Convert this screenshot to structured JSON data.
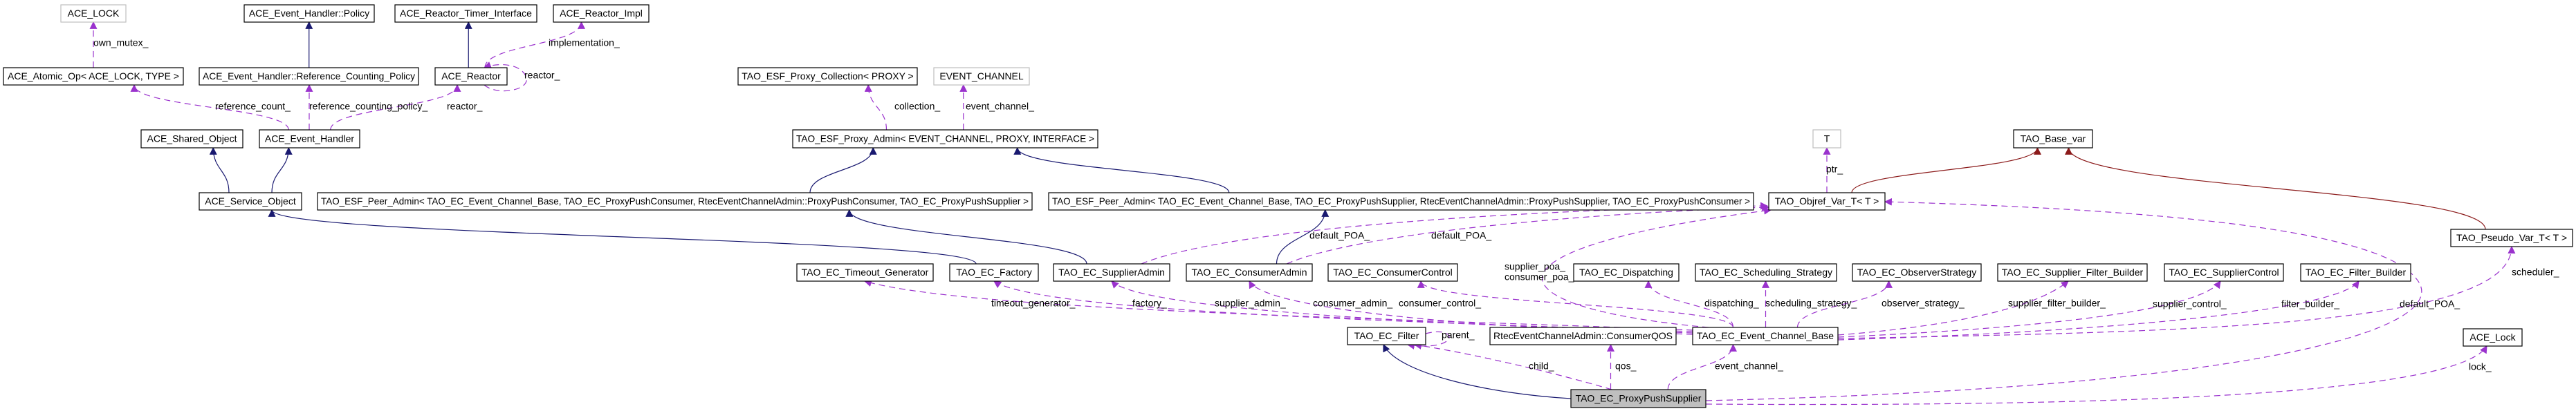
{
  "colors": {
    "inheritance": "#191970",
    "usage": "#9a32cd",
    "template": "#8b1a1a",
    "focus_fill": "#bfbfbf",
    "undocumented_border": "#bfbfbf"
  },
  "nodes": [
    {
      "id": "ace_lock_tpl",
      "label": "ACE_LOCK",
      "style": "gray"
    },
    {
      "id": "eh_policy",
      "label": "ACE_Event_Handler::Policy",
      "style": "normal"
    },
    {
      "id": "reactor_timer",
      "label": "ACE_Reactor_Timer_Interface",
      "style": "normal"
    },
    {
      "id": "reactor_impl",
      "label": "ACE_Reactor_Impl",
      "style": "normal"
    },
    {
      "id": "atomic_op",
      "label": "ACE_Atomic_Op< ACE_LOCK, TYPE >",
      "style": "normal"
    },
    {
      "id": "ref_policy",
      "label": "ACE_Event_Handler::Reference_Counting_Policy",
      "style": "normal"
    },
    {
      "id": "ace_reactor",
      "label": "ACE_Reactor",
      "style": "normal"
    },
    {
      "id": "proxy_collection",
      "label": "TAO_ESF_Proxy_Collection< PROXY >",
      "style": "normal"
    },
    {
      "id": "event_channel_tpl",
      "label": "EVENT_CHANNEL",
      "style": "gray"
    },
    {
      "id": "shared_object",
      "label": "ACE_Shared_Object",
      "style": "normal"
    },
    {
      "id": "event_handler",
      "label": "ACE_Event_Handler",
      "style": "normal"
    },
    {
      "id": "proxy_admin",
      "label": "TAO_ESF_Proxy_Admin< EVENT_CHANNEL, PROXY, INTERFACE >",
      "style": "normal"
    },
    {
      "id": "t_tpl",
      "label": "T",
      "style": "gray"
    },
    {
      "id": "base_var",
      "label": "TAO_Base_var",
      "style": "normal"
    },
    {
      "id": "service_object",
      "label": "ACE_Service_Object",
      "style": "normal"
    },
    {
      "id": "peer_admin_consumer",
      "label": "TAO_ESF_Peer_Admin< TAO_EC_Event_Channel_Base, TAO_EC_ProxyPushConsumer, RtecEventChannelAdmin::ProxyPushConsumer, TAO_EC_ProxyPushSupplier >",
      "style": "normal"
    },
    {
      "id": "peer_admin_supplier",
      "label": "TAO_ESF_Peer_Admin< TAO_EC_Event_Channel_Base, TAO_EC_ProxyPushSupplier, RtecEventChannelAdmin::ProxyPushSupplier, TAO_EC_ProxyPushConsumer >",
      "style": "normal"
    },
    {
      "id": "objref_var",
      "label": "TAO_Objref_Var_T< T >",
      "style": "normal"
    },
    {
      "id": "pseudo_var",
      "label": "TAO_Pseudo_Var_T< T >",
      "style": "normal"
    },
    {
      "id": "timeout_gen",
      "label": "TAO_EC_Timeout_Generator",
      "style": "normal"
    },
    {
      "id": "factory",
      "label": "TAO_EC_Factory",
      "style": "normal"
    },
    {
      "id": "supplier_admin",
      "label": "TAO_EC_SupplierAdmin",
      "style": "normal"
    },
    {
      "id": "consumer_admin",
      "label": "TAO_EC_ConsumerAdmin",
      "style": "normal"
    },
    {
      "id": "consumer_control",
      "label": "TAO_EC_ConsumerControl",
      "style": "normal"
    },
    {
      "id": "dispatching",
      "label": "TAO_EC_Dispatching",
      "style": "normal"
    },
    {
      "id": "scheduling",
      "label": "TAO_EC_Scheduling_Strategy",
      "style": "normal"
    },
    {
      "id": "observer",
      "label": "TAO_EC_ObserverStrategy",
      "style": "normal"
    },
    {
      "id": "supplier_filter_builder",
      "label": "TAO_EC_Supplier_Filter_Builder",
      "style": "normal"
    },
    {
      "id": "supplier_control",
      "label": "TAO_EC_SupplierControl",
      "style": "normal"
    },
    {
      "id": "filter_builder",
      "label": "TAO_EC_Filter_Builder",
      "style": "normal"
    },
    {
      "id": "ec_filter",
      "label": "TAO_EC_Filter",
      "style": "normal"
    },
    {
      "id": "consumer_qos",
      "label": "RtecEventChannelAdmin::ConsumerQOS",
      "style": "normal"
    },
    {
      "id": "ec_base",
      "label": "TAO_EC_Event_Channel_Base",
      "style": "normal"
    },
    {
      "id": "ace_lock",
      "label": "ACE_Lock",
      "style": "normal"
    },
    {
      "id": "proxy_push_supplier",
      "label": "TAO_EC_ProxyPushSupplier",
      "style": "focus"
    }
  ],
  "edges": [
    {
      "from": "ace_reactor",
      "to": "reactor_timer",
      "kind": "inheritance",
      "label": ""
    },
    {
      "from": "ref_policy",
      "to": "eh_policy",
      "kind": "inheritance",
      "label": ""
    },
    {
      "from": "service_object",
      "to": "shared_object",
      "kind": "inheritance",
      "label": ""
    },
    {
      "from": "service_object",
      "to": "event_handler",
      "kind": "inheritance",
      "label": ""
    },
    {
      "from": "peer_admin_consumer",
      "to": "proxy_admin",
      "kind": "inheritance",
      "label": ""
    },
    {
      "from": "peer_admin_supplier",
      "to": "proxy_admin",
      "kind": "inheritance",
      "label": ""
    },
    {
      "from": "factory",
      "to": "service_object",
      "kind": "inheritance",
      "label": ""
    },
    {
      "from": "supplier_admin",
      "to": "peer_admin_consumer",
      "kind": "inheritance",
      "label": ""
    },
    {
      "from": "consumer_admin",
      "to": "peer_admin_supplier",
      "kind": "inheritance",
      "label": ""
    },
    {
      "from": "proxy_push_supplier",
      "to": "ec_filter",
      "kind": "inheritance",
      "label": ""
    },
    {
      "from": "objref_var",
      "to": "base_var",
      "kind": "template",
      "label": ""
    },
    {
      "from": "pseudo_var",
      "to": "base_var",
      "kind": "template",
      "label": ""
    },
    {
      "from": "atomic_op",
      "to": "ace_lock_tpl",
      "kind": "usage",
      "label": "own_mutex_"
    },
    {
      "from": "event_handler",
      "to": "atomic_op",
      "kind": "usage",
      "label": "reference_count_"
    },
    {
      "from": "event_handler",
      "to": "ref_policy",
      "kind": "usage",
      "label": "reference_counting_policy_"
    },
    {
      "from": "event_handler",
      "to": "ace_reactor",
      "kind": "usage",
      "label": "reactor_"
    },
    {
      "from": "ace_reactor",
      "to": "reactor_impl",
      "kind": "usage",
      "label": "implementation_"
    },
    {
      "from": "ace_reactor",
      "to": "ace_reactor",
      "kind": "usage",
      "label": "reactor_"
    },
    {
      "from": "proxy_admin",
      "to": "proxy_collection",
      "kind": "usage",
      "label": "collection_"
    },
    {
      "from": "proxy_admin",
      "to": "event_channel_tpl",
      "kind": "usage",
      "label": "event_channel_"
    },
    {
      "from": "objref_var",
      "to": "t_tpl",
      "kind": "usage",
      "label": "ptr_"
    },
    {
      "from": "supplier_admin",
      "to": "objref_var",
      "kind": "usage",
      "label": "default_POA_"
    },
    {
      "from": "consumer_admin",
      "to": "objref_var",
      "kind": "usage",
      "label": "default_POA_"
    },
    {
      "from": "ec_base",
      "to": "objref_var",
      "kind": "usage",
      "label": "supplier_poa_\nconsumer_poa_"
    },
    {
      "from": "ec_base",
      "to": "timeout_gen",
      "kind": "usage",
      "label": "timeout_generator_"
    },
    {
      "from": "ec_base",
      "to": "factory",
      "kind": "usage",
      "label": "factory_"
    },
    {
      "from": "ec_base",
      "to": "supplier_admin",
      "kind": "usage",
      "label": "supplier_admin_"
    },
    {
      "from": "ec_base",
      "to": "consumer_admin",
      "kind": "usage",
      "label": "consumer_admin_"
    },
    {
      "from": "ec_base",
      "to": "consumer_control",
      "kind": "usage",
      "label": "consumer_control_"
    },
    {
      "from": "ec_base",
      "to": "dispatching",
      "kind": "usage",
      "label": "dispatching_"
    },
    {
      "from": "ec_base",
      "to": "scheduling",
      "kind": "usage",
      "label": "scheduling_strategy_"
    },
    {
      "from": "ec_base",
      "to": "observer",
      "kind": "usage",
      "label": "observer_strategy_"
    },
    {
      "from": "ec_base",
      "to": "supplier_filter_builder",
      "kind": "usage",
      "label": "supplier_filter_builder_"
    },
    {
      "from": "ec_base",
      "to": "supplier_control",
      "kind": "usage",
      "label": "supplier_control_"
    },
    {
      "from": "ec_base",
      "to": "filter_builder",
      "kind": "usage",
      "label": "filter_builder_"
    },
    {
      "from": "ec_base",
      "to": "pseudo_var",
      "kind": "usage",
      "label": "scheduler_"
    },
    {
      "from": "proxy_push_supplier",
      "to": "objref_var",
      "kind": "usage",
      "label": "default_POA_"
    },
    {
      "from": "ec_filter",
      "to": "ec_filter",
      "kind": "usage",
      "label": "parent_"
    },
    {
      "from": "proxy_push_supplier",
      "to": "ec_filter",
      "kind": "usage",
      "label": "child_"
    },
    {
      "from": "proxy_push_supplier",
      "to": "consumer_qos",
      "kind": "usage",
      "label": "qos_"
    },
    {
      "from": "proxy_push_supplier",
      "to": "ec_base",
      "kind": "usage",
      "label": "event_channel_"
    },
    {
      "from": "proxy_push_supplier",
      "to": "ace_lock",
      "kind": "usage",
      "label": "lock_"
    }
  ]
}
